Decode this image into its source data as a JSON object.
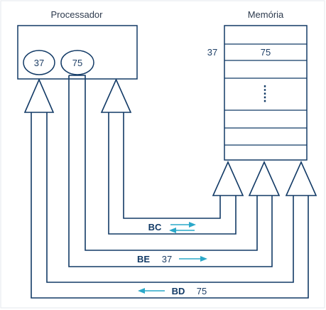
{
  "processor": {
    "title": "Processador",
    "register_a": "37",
    "register_b": "75"
  },
  "memory": {
    "title": "Memória",
    "address": "37",
    "value": "75"
  },
  "buses": {
    "control": {
      "label": "BC"
    },
    "address": {
      "label": "BE",
      "value": "37"
    },
    "data": {
      "label": "BD",
      "value": "75"
    }
  },
  "colors": {
    "bus_line": "#123a66",
    "flow_arrow": "#2aa8c9",
    "text": "#2d3a4d"
  }
}
